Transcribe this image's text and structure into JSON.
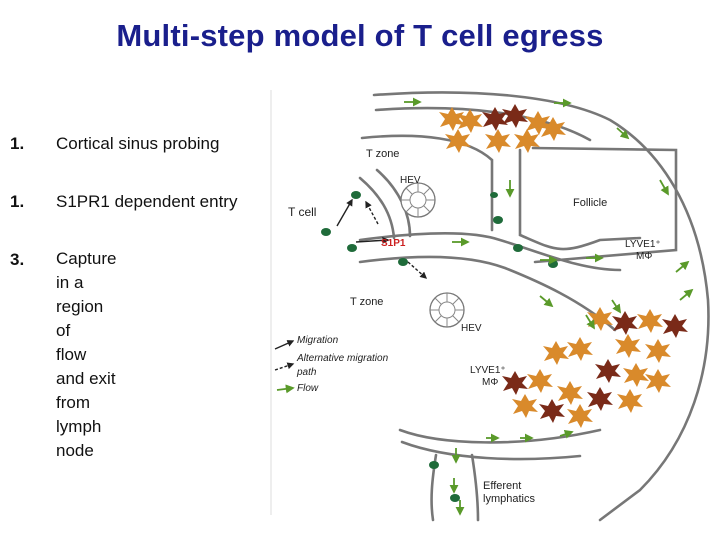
{
  "title": "Multi-step model of T cell egress",
  "steps": [
    {
      "number": "1.",
      "text": "Cortical sinus probing"
    },
    {
      "number": "1.",
      "text": "S1PR1 dependent entry"
    },
    {
      "number": "3.",
      "text": "Capture in a region of\nflow and exit from lymph\nnode"
    }
  ],
  "diagram": {
    "labels": {
      "t_zone_top": "T zone",
      "hev_top": "HEV",
      "t_cell": "T cell",
      "s1p1": "S1P1",
      "follicle": "Follicle",
      "lyve1_mphi_right": "LYVE1⁺",
      "lyve1_mphi_right_sub": "MΦ",
      "t_zone_bottom": "T zone",
      "hev_bottom": "HEV",
      "lyve1_mphi_left": "LYVE1⁺",
      "lyve1_mphi_left_sub": "MΦ",
      "efferent_1": "Efferent",
      "efferent_2": "lymphatics"
    },
    "legend": {
      "migration": "Migration",
      "alternative_1": "Alternative migration",
      "alternative_2": "path",
      "flow": "Flow"
    },
    "colors": {
      "title": "#1a1f8c",
      "sinus_wall": "#777777",
      "t_cell": "#1f6b3a",
      "flow_arrow": "#5a9a2a",
      "macrophage_orange": "#d98a2b",
      "macrophage_brown": "#7a2a18",
      "s1p1": "#cc1f1f"
    }
  }
}
